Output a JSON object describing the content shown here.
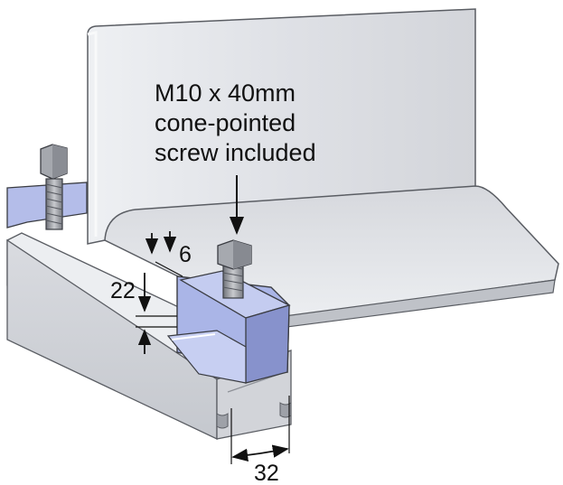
{
  "callout": {
    "lines": [
      "M10 x 40mm",
      "cone-pointed",
      "screw included"
    ]
  },
  "dimensions": {
    "lip_depth": "6",
    "clamp_gap": "22",
    "channel_width": "32"
  },
  "colors": {
    "steel_light": "#e4e5e9",
    "steel_mid": "#cfd1d6",
    "steel_dark": "#a9acb3",
    "clamp_blue": "#a9b4e6",
    "clamp_blue_dark": "#7c88c4",
    "bolt_grey": "#8c8f96",
    "outline": "#3a3c42"
  }
}
